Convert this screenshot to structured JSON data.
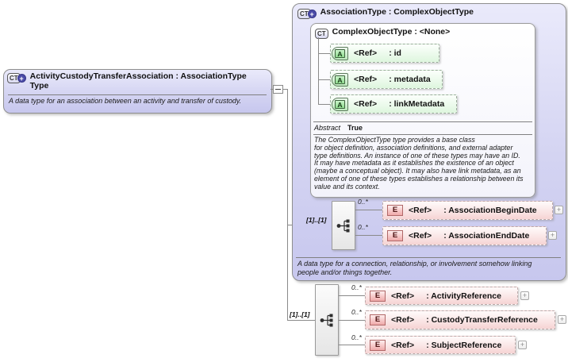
{
  "palette": {
    "type_box_fill": "#d4d4f2",
    "attribute_fill": "#def6de",
    "element_fill": "#f6d4d4",
    "badge_plus_circle": "#4a4aa8",
    "connector": "#8a8a8a"
  },
  "left_box": {
    "badge": "CT",
    "badge_plus": "+",
    "title": "ActivityCustodyTransferAssociation : AssociationType\nType",
    "annotation": "A data type for an association between an activity and transfer of custody."
  },
  "assoc_box": {
    "badge": "CT",
    "badge_plus": "+",
    "title": "AssociationType : ComplexObjectType",
    "annotation": "A data type for a connection, relationship, or involvement somehow linking\npeople and/or things together.",
    "inner": {
      "badge": "CT",
      "title": "ComplexObjectType : <None>",
      "attributes": [
        {
          "badge": "A",
          "ref": "<Ref>",
          "name": ": id"
        },
        {
          "badge": "A",
          "ref": "<Ref>",
          "name": ": metadata"
        },
        {
          "badge": "A",
          "ref": "<Ref>",
          "name": ": linkMetadata"
        }
      ],
      "abstract_label": "Abstract",
      "abstract_value": "True",
      "description": "The ComplexObjectType type provides a base class\nfor object definition, association definitions, and external adapter\ntype definitions. An instance of one of these types may have an ID.\nIt may have metadata as it establishes the existence of an object\n(maybe a conceptual object). It may also have link metadata, as an\nelement of one of these types establishes a relationship between its\nvalue and its context."
    },
    "sequence": {
      "occurrence": "[1]..[1]",
      "elements": [
        {
          "badge": "E",
          "cardinality": "0..*",
          "ref": "<Ref>",
          "name": ": AssociationBeginDate",
          "expand": "+"
        },
        {
          "badge": "E",
          "cardinality": "0..*",
          "ref": "<Ref>",
          "name": ": AssociationEndDate",
          "expand": "+"
        }
      ]
    }
  },
  "bottom_sequence": {
    "occurrence": "[1]..[1]",
    "elements": [
      {
        "badge": "E",
        "cardinality": "0..*",
        "ref": "<Ref>",
        "name": ": ActivityReference",
        "expand": "+"
      },
      {
        "badge": "E",
        "cardinality": "0..*",
        "ref": "<Ref>",
        "name": ": CustodyTransferReference",
        "expand": "+"
      },
      {
        "badge": "E",
        "cardinality": "0..*",
        "ref": "<Ref>",
        "name": ": SubjectReference",
        "expand": "+"
      }
    ]
  }
}
